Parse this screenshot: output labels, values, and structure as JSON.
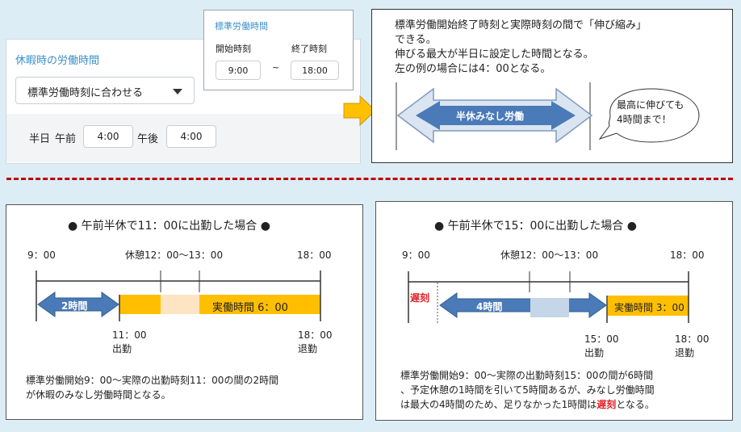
{
  "leave_panel": {
    "title": "休暇時の労働時間",
    "dropdown_value": "標準労働時刻に合わせる",
    "half_day_label": "半日",
    "am_label": "午前",
    "am_value": "4:00",
    "pm_label": "午後",
    "pm_value": "4:00"
  },
  "standard_panel": {
    "title": "標準労働時間",
    "start_label": "開始時刻",
    "end_label": "終了時刻",
    "start_value": "9:00",
    "separator": "~",
    "end_value": "18:00"
  },
  "explanation": {
    "line1": "標準労働開始終了時刻と実際時刻の間で「伸び縮み」",
    "line2": "できる。",
    "line3": "伸びる最大が半日に設定した時間となる。",
    "line4": "左の例の場合には4：00となる。",
    "arrow_label": "半休みなし労働",
    "bubble_line1": "最高に伸びても",
    "bubble_line2": "4時間まで！"
  },
  "example1": {
    "heading": "●  午前半休で11：00に出勤した場合  ●",
    "start_time": "9：00",
    "break_label": "休憩12：00〜13：00",
    "end_time": "18：00",
    "arrow_label": "2時間",
    "work_label": "実働時間 6：00",
    "arrival_time": "11：00",
    "arrival_label": "出勤",
    "leave_time": "18：00",
    "leave_label": "退勤",
    "desc_line1": "標準労働開始9：00〜実際の出勤時刻11：00の間の2時間",
    "desc_line2": "が休暇のみなし労働時間となる。"
  },
  "example2": {
    "heading": "●  午前半休で15：00に出勤した場合  ●",
    "start_time": "9：00",
    "break_label": "休憩12：00〜13：00",
    "end_time": "18：00",
    "late_label": "遅刻",
    "arrow_label": "4時間",
    "work_label": "実働時間 3：00",
    "arrival_time": "15：00",
    "arrival_label": "出勤",
    "leave_time": "18：00",
    "leave_label": "退勤",
    "desc_line1": "標準労働開始9：00〜実際の出勤時刻15：00の間が6時間",
    "desc_line2": "、予定休憩の1時間を引いて5時間あるが、みなし労働時間",
    "desc_line3_a": "は最大の4時間のため、足りなかった1時間は",
    "desc_line3_late": "遅刻",
    "desc_line3_b": "となる。"
  },
  "colors": {
    "accent_blue": "#4a7ab8",
    "arrow_light": "#dbe5f1",
    "work_orange": "#ffbf00",
    "late_red": "#e0242b",
    "divider_red": "#c00000"
  }
}
